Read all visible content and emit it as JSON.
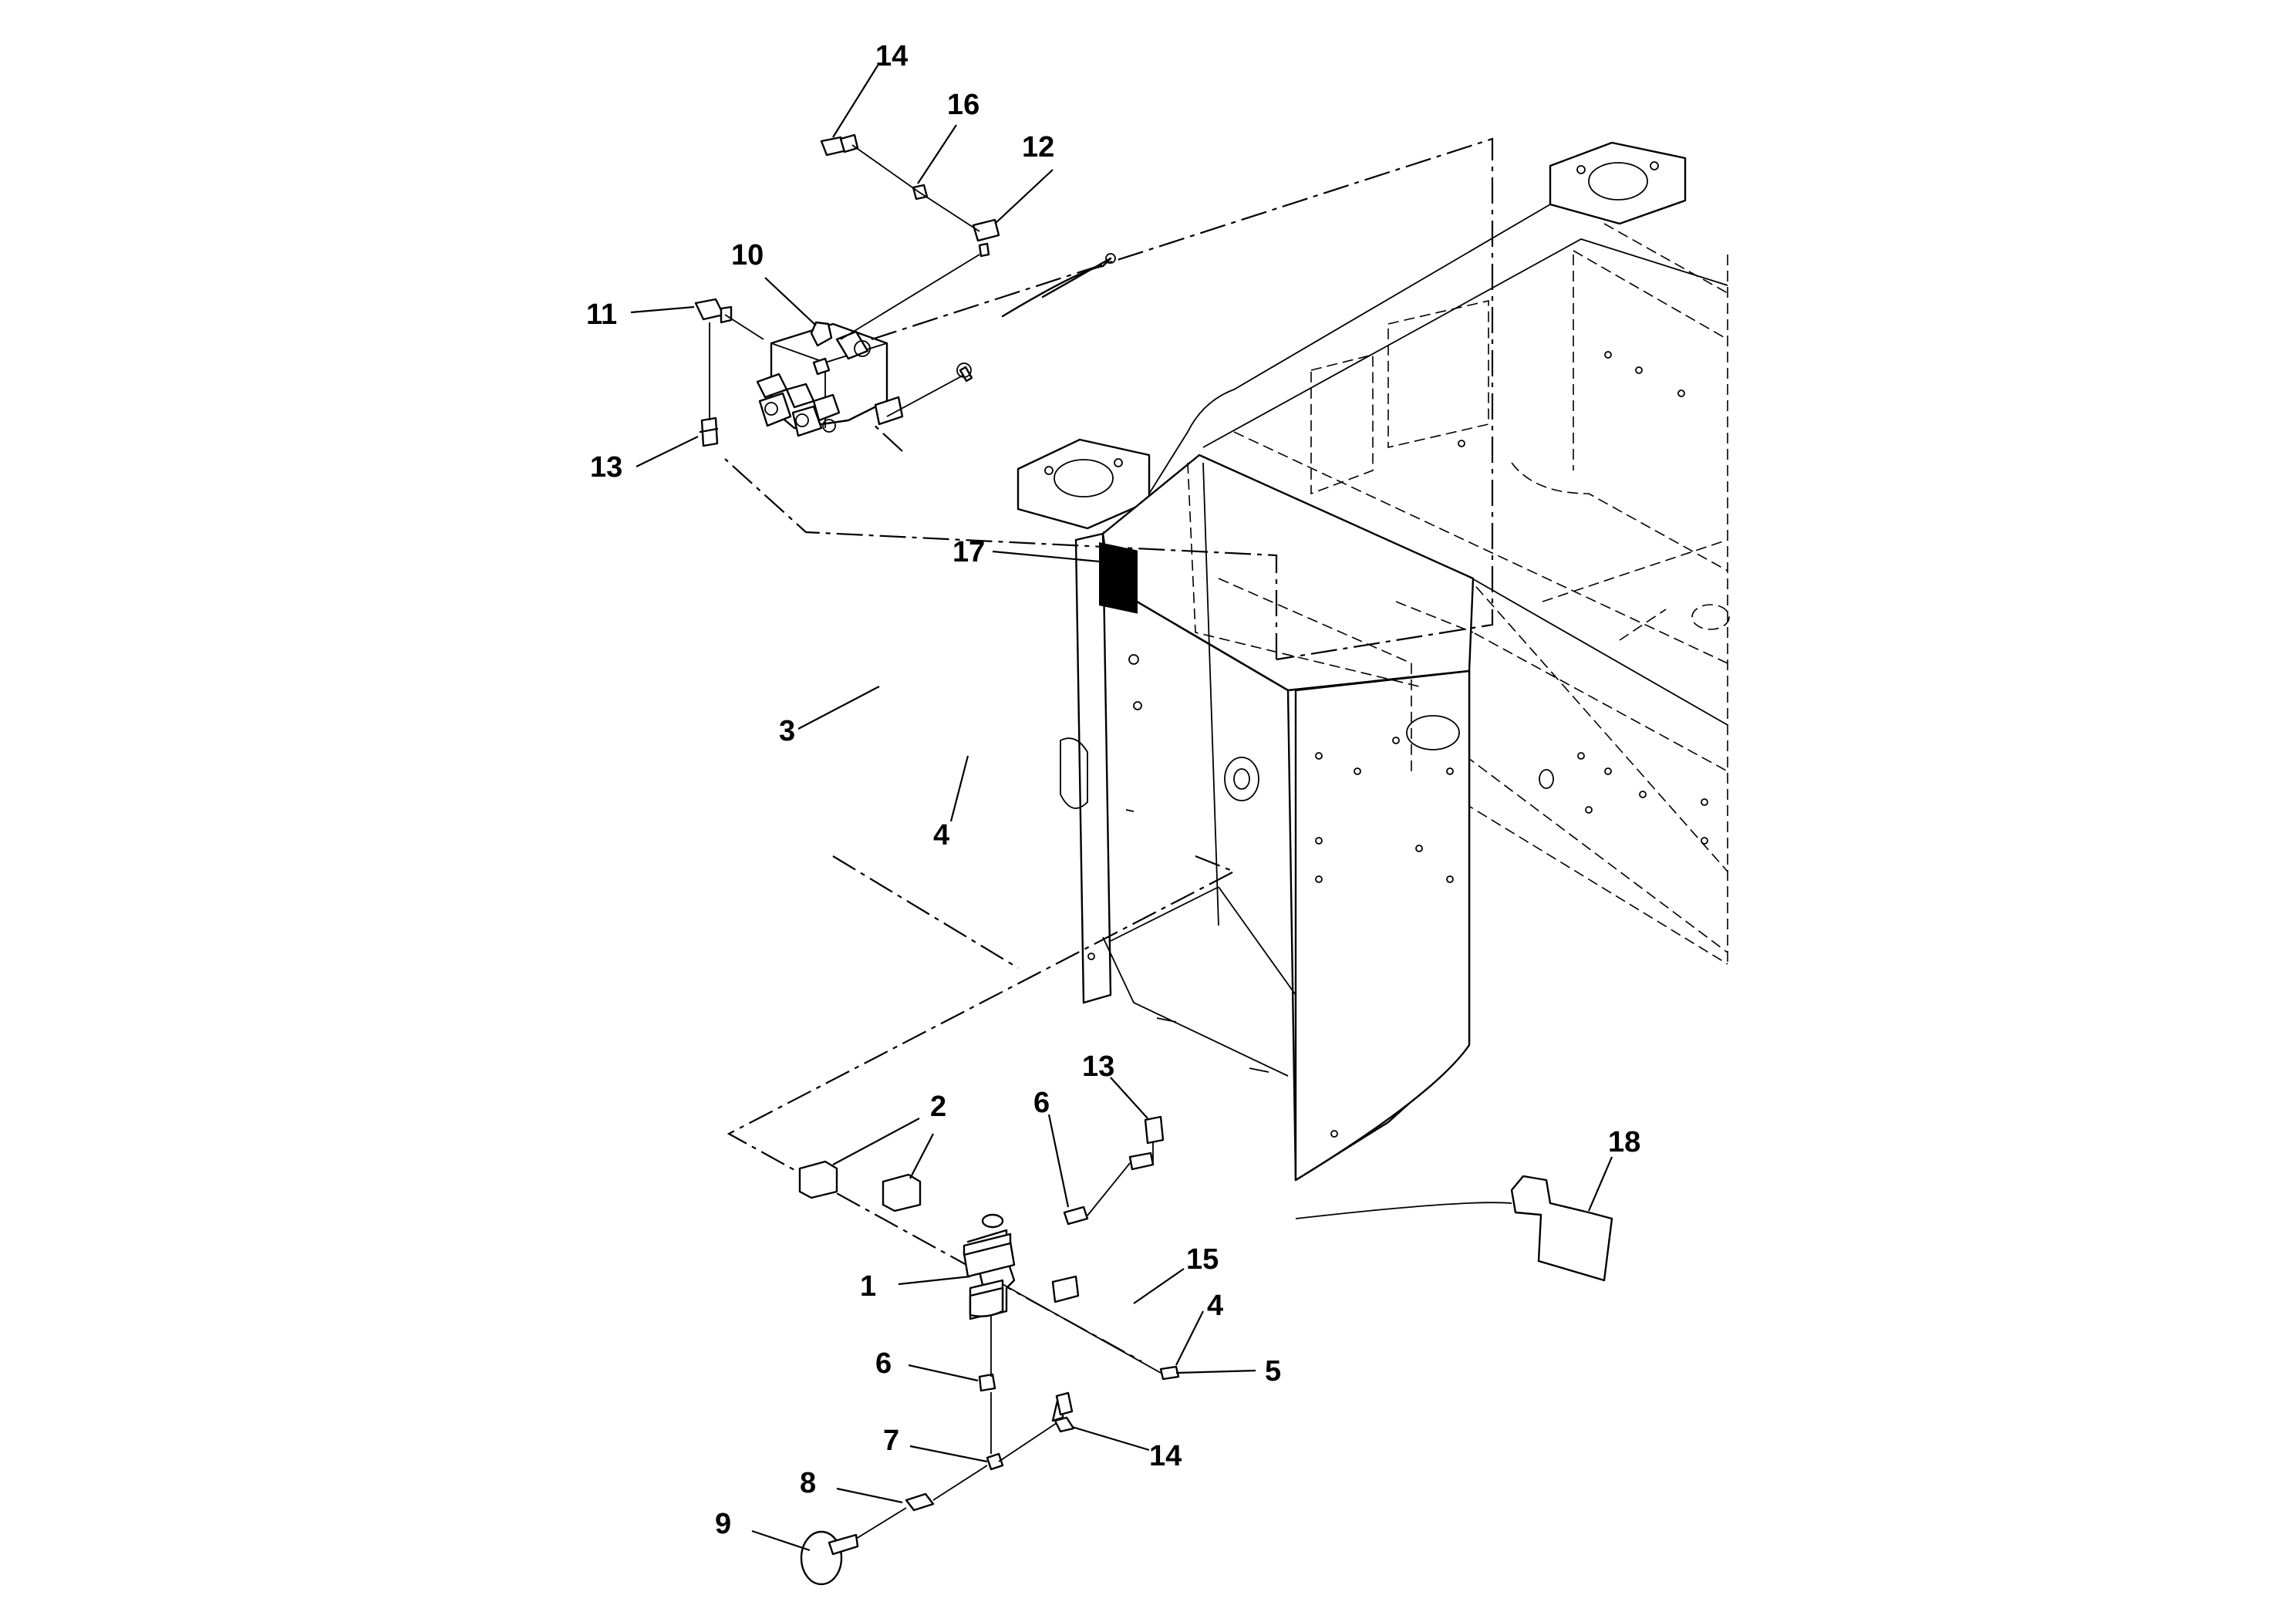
{
  "callouts": {
    "c1": "1",
    "c2": "2",
    "c3": "3",
    "c4a": "4",
    "c4b": "4",
    "c5": "5",
    "c6a": "6",
    "c6b": "6",
    "c7": "7",
    "c8": "8",
    "c9": "9",
    "c10": "10",
    "c11": "11",
    "c12": "12",
    "c13a": "13",
    "c13b": "13",
    "c14a": "14",
    "c14b": "14",
    "c15": "15",
    "c16": "16",
    "c17": "17",
    "c18": "18"
  },
  "colors": {
    "line": "#000000",
    "background": "#ffffff"
  }
}
